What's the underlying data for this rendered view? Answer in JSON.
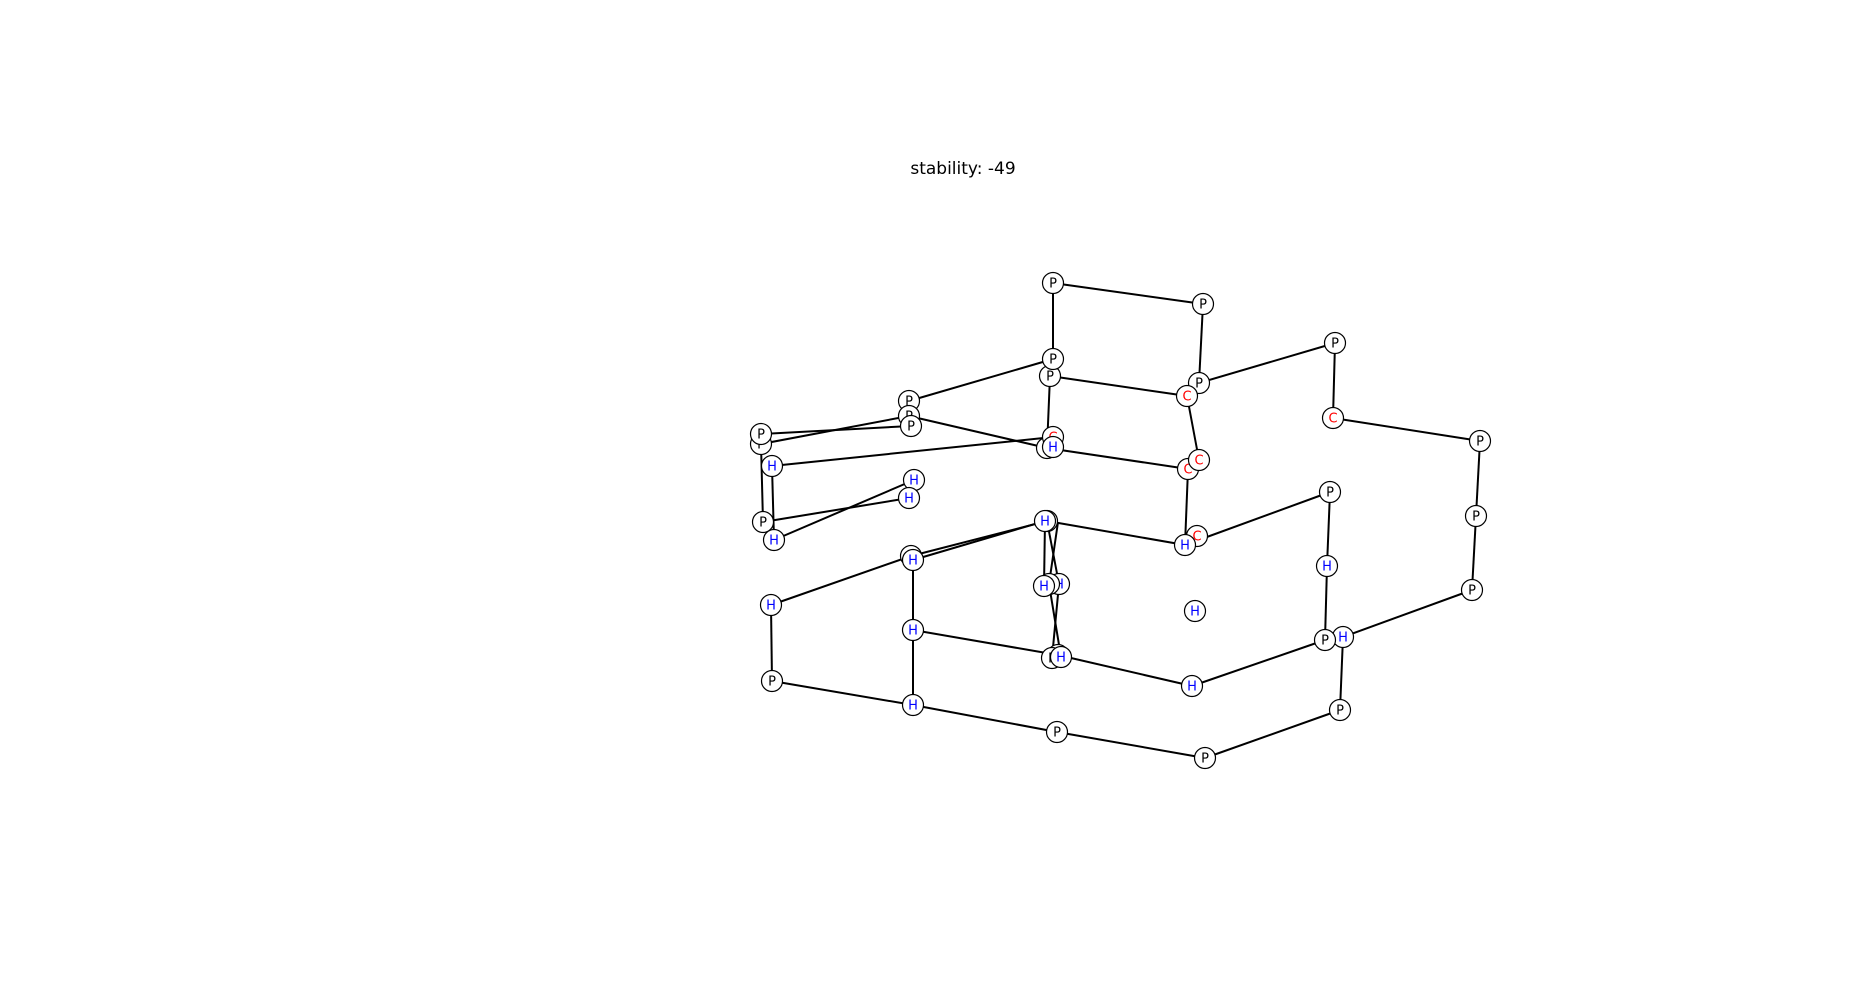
{
  "title": "stability: -49",
  "colors": {
    "P": "#000000",
    "H": "#0000ff",
    "C": "#ff0000",
    "edge": "#000000",
    "node_fill": "#ffffff",
    "node_stroke": "#000000"
  },
  "chain_sequence": [
    "P",
    "P",
    "P",
    "H",
    "P",
    "P",
    "C",
    "P",
    "P",
    "P",
    "H",
    "P",
    "P",
    "P",
    "H",
    "P",
    "H",
    "P",
    "H",
    "H",
    "C",
    "H",
    "H",
    "P",
    "P",
    "H",
    "C",
    "H",
    "H",
    "C",
    "H",
    "P",
    "H",
    "C",
    "C",
    "P",
    "P",
    "H",
    "H",
    "H",
    "H",
    "H",
    "H",
    "H",
    "P",
    "H",
    "H",
    "H",
    "P",
    "H",
    "P",
    "P",
    "H",
    "H",
    "H",
    "P",
    "H",
    "P",
    "P",
    "P",
    "P",
    "P",
    "H",
    "P",
    "H"
  ]
}
